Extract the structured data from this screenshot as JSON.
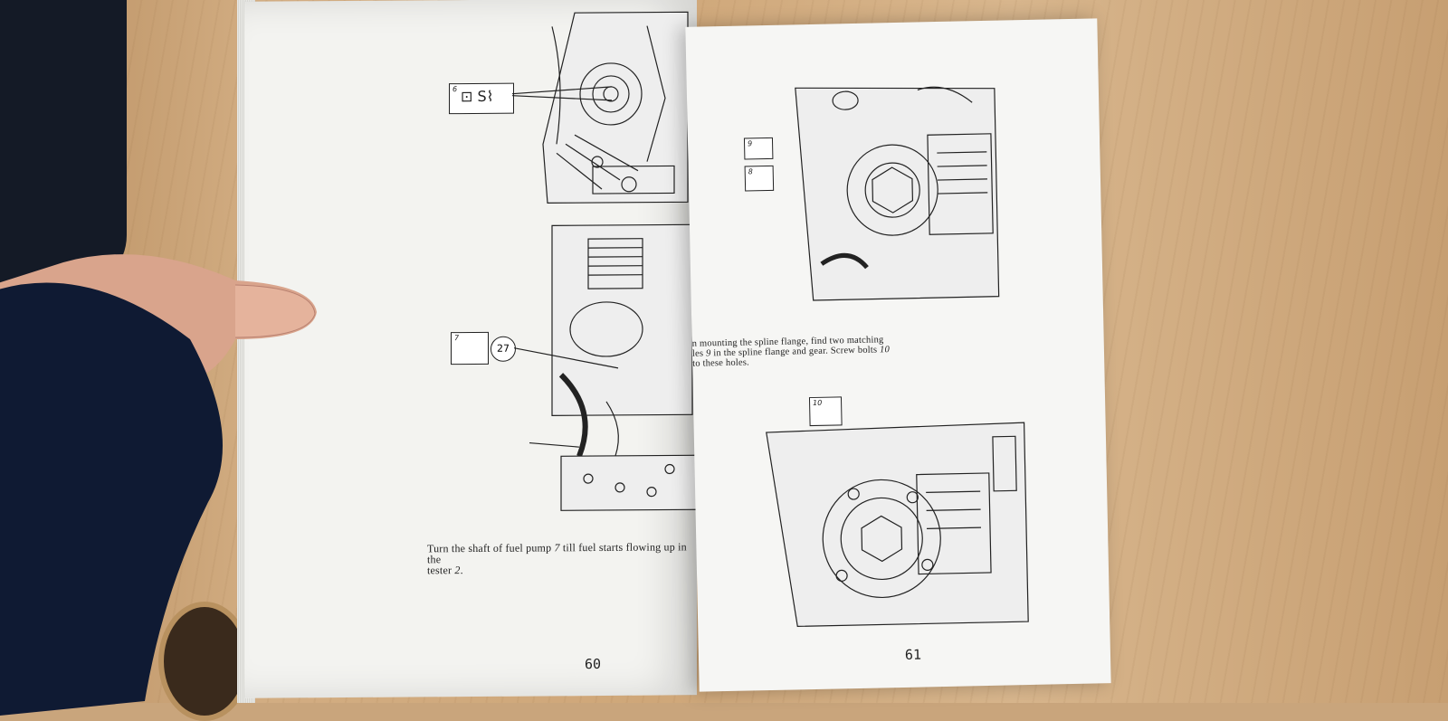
{
  "left_page": {
    "page_number": "60",
    "caption_line1_a": "Turn the shaft of fuel pump ",
    "caption_line1_num": "7",
    "caption_line1_b": " till fuel starts flowing up in the",
    "caption_line2_a": "tester ",
    "caption_line2_num": "2",
    "caption_line2_b": ".",
    "fig_top_symbol_num": "6",
    "fig_top_symbol_glyph": "⊡ S⌇",
    "fig_bottom_symbol_num": "7",
    "fig_bottom_badge": "27"
  },
  "right_page": {
    "page_number": "61",
    "caption_line1": "n mounting the spline flange, find two matching",
    "caption_line2_a": "les ",
    "caption_line2_num": "9",
    "caption_line2_b": " in the spline flange and gear. Screw bolts ",
    "caption_line2_num2": "10",
    "caption_line3": "to these holes.",
    "fig_top_symbol_a_num": "9",
    "fig_top_symbol_b_num": "8",
    "fig_bottom_symbol_num": "10"
  },
  "icons": [
    "hand-icon",
    "engine-illustration-icon",
    "spline-flange-illustration-icon"
  ],
  "colors": {
    "table": "#cfa779",
    "paper": "#f3f3f0",
    "ink": "#222222",
    "sleeve": "#0f1a33"
  }
}
